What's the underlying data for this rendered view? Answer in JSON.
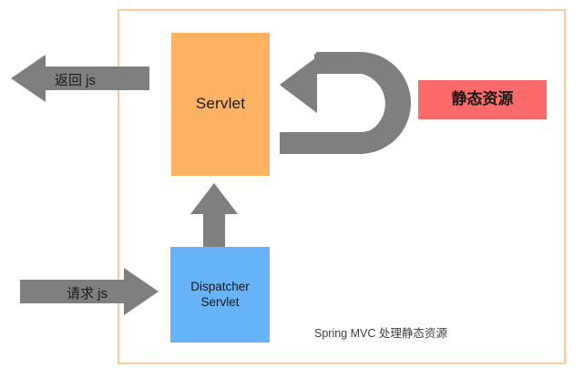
{
  "diagram": {
    "caption": "Spring MVC 处理静态资源",
    "frame": {
      "name": "spring-mvc-boundary",
      "border_color": "#f8cb9c"
    },
    "nodes": [
      {
        "id": "servlet",
        "label": "Servlet",
        "color": "#fcb262"
      },
      {
        "id": "dispatcher-servlet",
        "label_line1": "Dispatcher",
        "label_line2": "Servlet",
        "color": "#66b3f7"
      },
      {
        "id": "static-resource",
        "label": "静态资源",
        "color": "#fc6a6a"
      }
    ],
    "arrows": [
      {
        "id": "return-js",
        "label": "返回 js",
        "direction": "left",
        "color": "#7f7f7f"
      },
      {
        "id": "request-js",
        "label": "请求 js",
        "direction": "right",
        "color": "#7f7f7f"
      },
      {
        "id": "dispatcher-to-servlet",
        "label": "",
        "direction": "up",
        "color": "#7f7f7f"
      },
      {
        "id": "servlet-uturn-static",
        "label": "",
        "direction": "u-turn-left",
        "color": "#7f7f7f"
      }
    ]
  }
}
